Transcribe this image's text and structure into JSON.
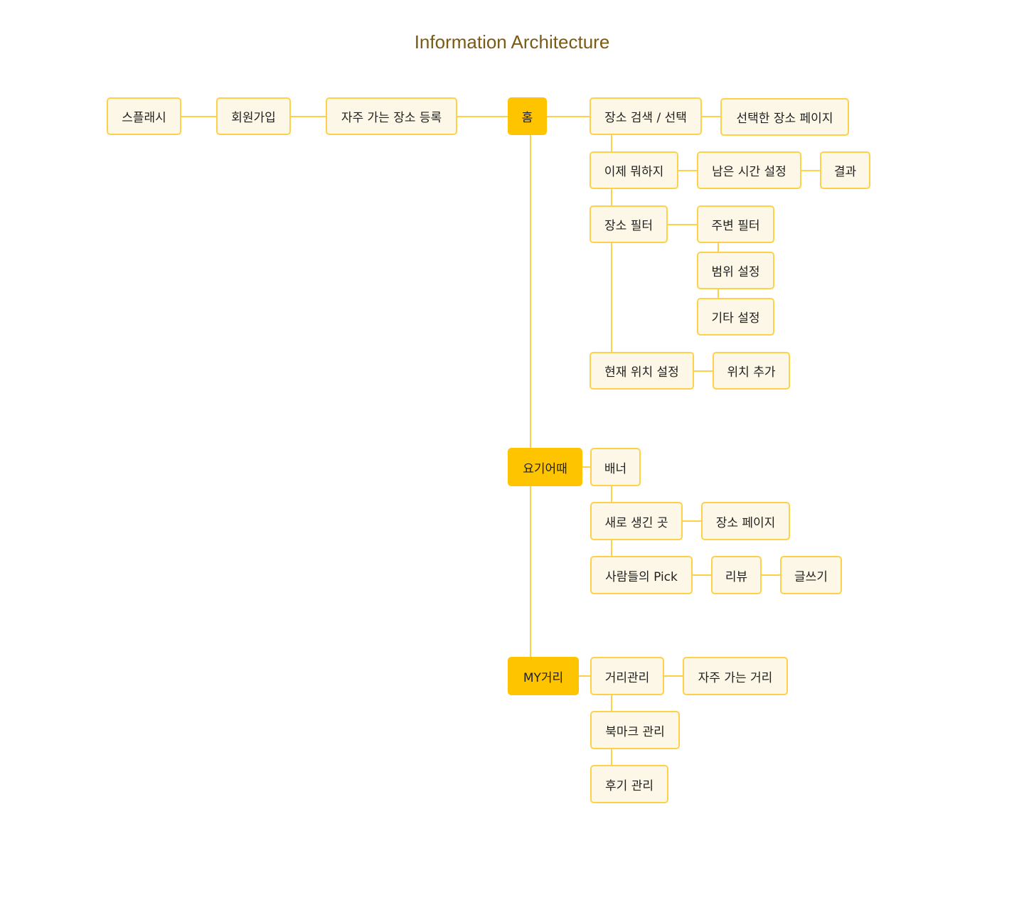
{
  "title": "Information Architecture",
  "colors": {
    "title": "#7a5a14",
    "main_fill": "#ffc400",
    "node_fill": "#fdf7e7",
    "node_border": "#fdd24a",
    "line": "#fdd24a"
  },
  "nodes": {
    "splash": "스플래시",
    "signup": "회원가입",
    "register_place": "자주 가는 장소 등록",
    "home": "홈",
    "search_select": "장소 검색 / 선택",
    "selected_place_page": "선택한 장소 페이지",
    "what_now": "이제 뭐하지",
    "remaining_time": "남은 시간 설정",
    "result": "결과",
    "place_filter": "장소 필터",
    "nearby_filter": "주변 필터",
    "range_setting": "범위 설정",
    "other_setting": "기타 설정",
    "current_location": "현재 위치 설정",
    "add_location": "위치 추가",
    "yogi": "요기어때",
    "banner": "배너",
    "new_places": "새로 생긴 곳",
    "place_page": "장소 페이지",
    "peoples_pick": "사람들의 Pick",
    "review": "리뷰",
    "write": "글쓰기",
    "my": "MY거리",
    "distance_mgmt": "거리관리",
    "frequent_distance": "자주 가는 거리",
    "bookmark_mgmt": "북마크 관리",
    "review_mgmt": "후기 관리"
  }
}
